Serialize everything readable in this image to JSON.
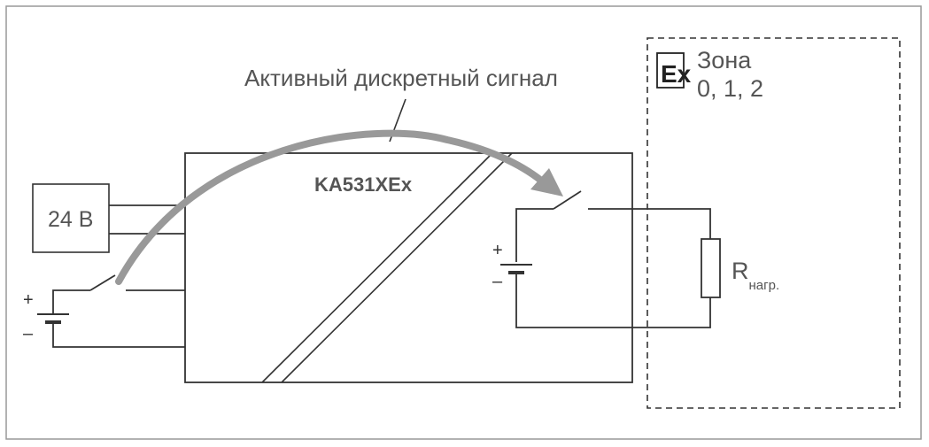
{
  "diagram": {
    "signal_label": "Активный дискретный сигнал",
    "device_name": "KA531XEx",
    "supply_label": "24 В",
    "zone": {
      "ex_mark": "Ex",
      "line1": "Зона",
      "line2": "0, 1, 2"
    },
    "load": {
      "symbol": "R",
      "subscript": "нагр."
    },
    "battery_left": {
      "plus": "+",
      "minus": "–"
    },
    "battery_right": {
      "plus": "+",
      "minus": "–"
    }
  },
  "colors": {
    "frame": "#999999",
    "line": "#333333",
    "arrow": "#999999",
    "text": "#555555"
  }
}
